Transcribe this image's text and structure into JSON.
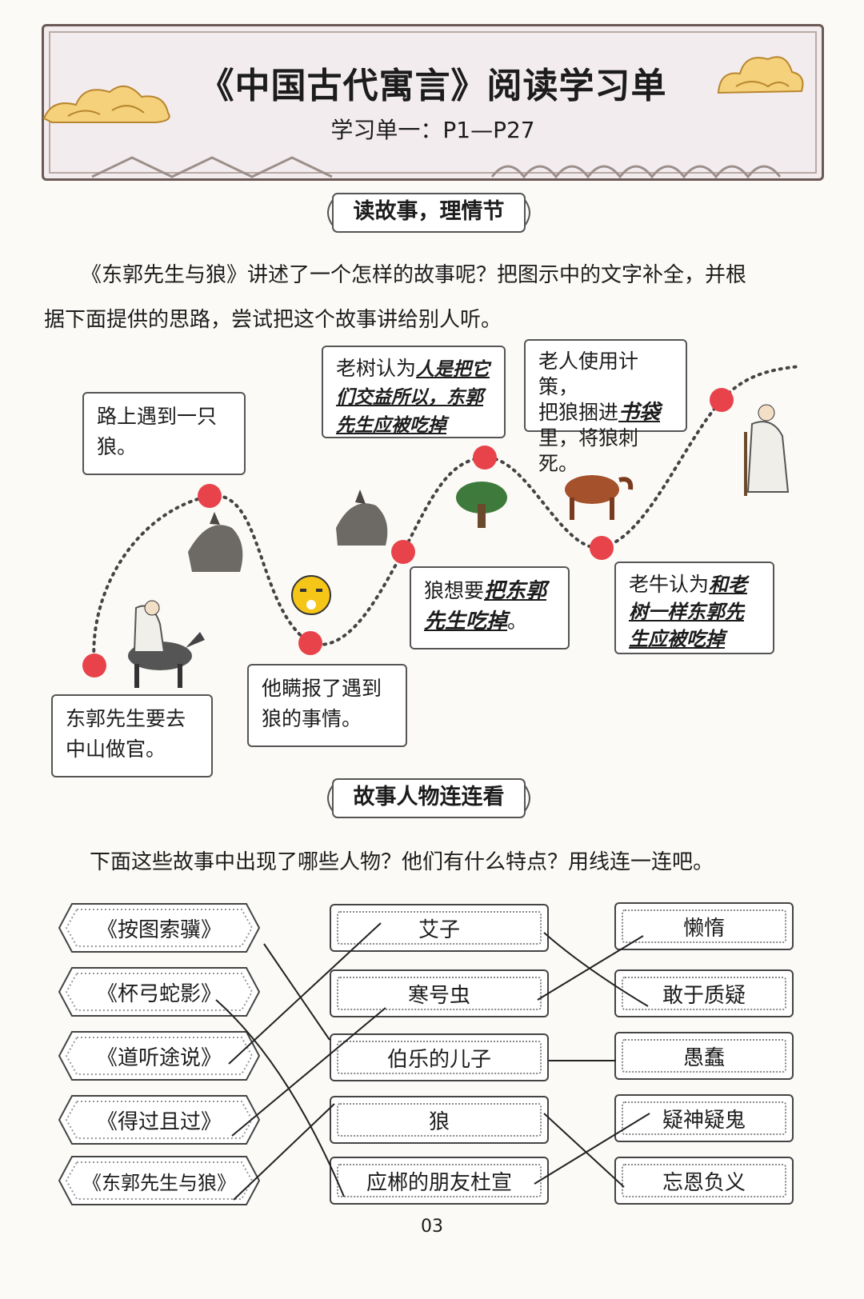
{
  "header": {
    "title": "《中国古代寓言》阅读学习单",
    "subtitle": "学习单一：P1—P27"
  },
  "section1": {
    "heading": "读故事，理情节",
    "intro_line1": "《东郭先生与狼》讲述了一个怎样的故事呢？把图示中的文字补全，并根",
    "intro_line2": "据下面提供的思路，尝试把这个故事讲给别人听。",
    "boxes": {
      "b1": "东郭先生要去中山做官。",
      "b2": "路上遇到一只狼。",
      "b3": "他瞒报了遇到狼的事情。",
      "b4_prefix": "狼想要",
      "b4_answer": "把东郭先生吃掉",
      "b4_suffix": "。",
      "b5_prefix": "老树认为",
      "b5_answer": "人是把它们交益所以，东郭先生应被吃掉",
      "b6_prefix": "老牛认为",
      "b6_answer": "和老树一样东郭先生应被吃掉",
      "b7_line1": "老人使用计策，",
      "b7_line2_prefix": "把狼捆进",
      "b7_line2_answer": "书袋",
      "b7_line3": "里，将狼刺死。"
    }
  },
  "section2": {
    "heading": "故事人物连连看",
    "intro": "下面这些故事中出现了哪些人物？他们有什么特点？用线连一连吧。",
    "stories": [
      "《按图索骥》",
      "《杯弓蛇影》",
      "《道听途说》",
      "《得过且过》",
      "《东郭先生与狼》"
    ],
    "characters": [
      "艾子",
      "寒号虫",
      "伯乐的儿子",
      "狼",
      "应郴的朋友杜宣"
    ],
    "traits": [
      "懒惰",
      "敢于质疑",
      "愚蠢",
      "疑神疑鬼",
      "忘恩负义"
    ]
  },
  "page_number": "03"
}
